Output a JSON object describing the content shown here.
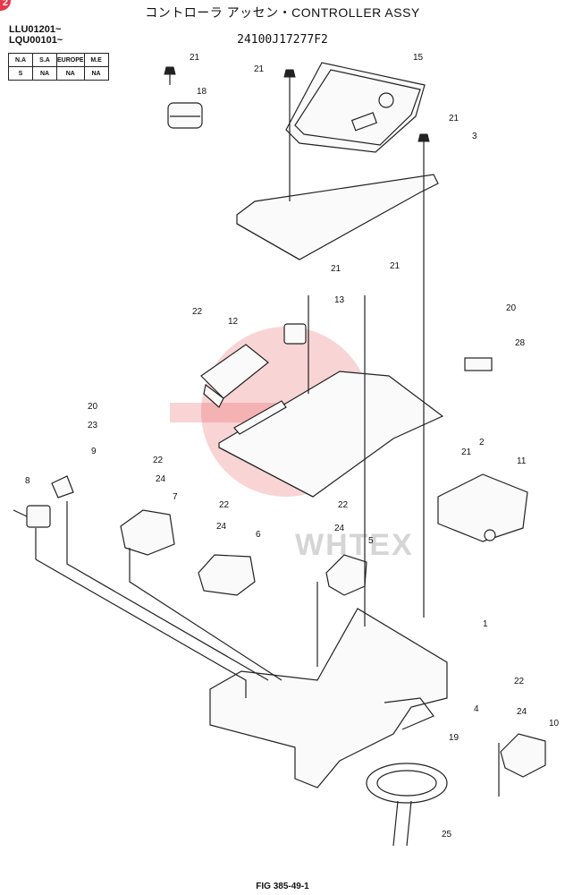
{
  "header": {
    "title": "コントローラ アッセン・CONTROLLER ASSY",
    "part_number": "24100J17277F2",
    "serials": [
      "LLU01201~",
      "LQU00101~"
    ],
    "badge": "2"
  },
  "market_table": {
    "headers": [
      "N.A",
      "S.A",
      "EUROPE",
      "M.E"
    ],
    "values": [
      "S",
      "NA",
      "NA",
      "NA"
    ]
  },
  "watermark": "WHTEX",
  "callouts": {
    "c1": "1",
    "c2": "2",
    "c3": "3",
    "c4": "4",
    "c5": "5",
    "c6": "6",
    "c7": "7",
    "c8": "8",
    "c9": "9",
    "c10": "10",
    "c11": "11",
    "c12": "12",
    "c13": "13",
    "c15": "15",
    "c18": "18",
    "c19": "19",
    "c20a": "20",
    "c20b": "20",
    "c21a": "21",
    "c21b": "21",
    "c21c": "21",
    "c21d": "21",
    "c21e": "21",
    "c21f": "21",
    "c22a": "22",
    "c22b": "22",
    "c22c": "22",
    "c22d": "22",
    "c22e": "22",
    "c23": "23",
    "c24a": "24",
    "c24b": "24",
    "c24c": "24",
    "c24d": "24",
    "c25": "25",
    "c28": "28"
  },
  "figure": "FIG 385-49-1"
}
